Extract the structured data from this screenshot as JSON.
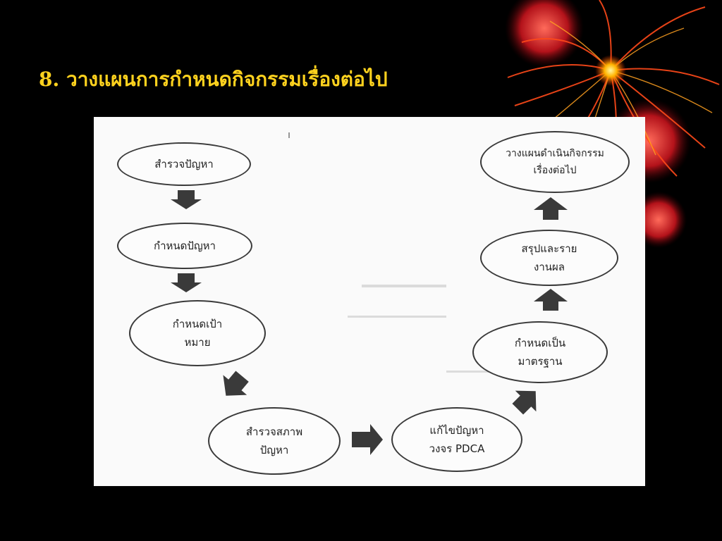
{
  "slide": {
    "title": "8. วางแผนการกำหนดกิจกรรมเรื่องต่อไป"
  },
  "flow": {
    "steps": [
      {
        "lines": [
          "สำรวจปัญหา"
        ]
      },
      {
        "lines": [
          "กำหนดปัญหา"
        ]
      },
      {
        "lines": [
          "กำหนดเป้า",
          "หมาย"
        ]
      },
      {
        "lines": [
          "สำรวจสภาพ",
          "ปัญหา"
        ]
      },
      {
        "lines": [
          "แก้ไขปัญหา",
          "วงจร PDCA"
        ]
      },
      {
        "lines": [
          "กำหนดเป็น",
          "มาตรฐาน"
        ]
      },
      {
        "lines": [
          "สรุปและราย",
          "งานผล"
        ]
      },
      {
        "lines": [
          "วางแผนดำเนินกิจกรรม",
          "เรื่องต่อไป"
        ]
      }
    ]
  },
  "colors": {
    "title": "#ffd21e",
    "background": "#000000",
    "panel": "#fafafa",
    "arrow": "#3a3a3a"
  }
}
